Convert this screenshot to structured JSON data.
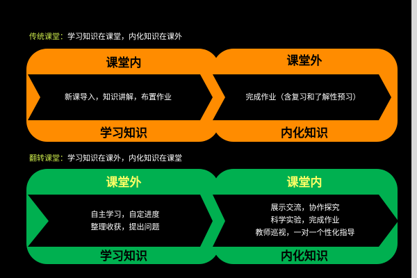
{
  "traditional": {
    "label": "传统课堂：",
    "desc": "学习知识在课堂，内化知识在课外",
    "label_color": "#c8e64a",
    "fill_color": "#ff8c00",
    "title_color": "#000000",
    "left": {
      "top_title": "课堂内",
      "arrow_text": "新课导入，知识讲解，布置作业",
      "bottom_title": "学习知识"
    },
    "right": {
      "top_title": "课堂外",
      "arrow_text": "完成作业（含复习和了解性预习）",
      "bottom_title": "内化知识"
    }
  },
  "flipped": {
    "label": "翻转课堂：",
    "desc": "学习知识在课外，内化知识在课堂",
    "label_color": "#c8e64a",
    "fill_color": "#00b050",
    "title_color": "#ffff66",
    "bottom_color": "#000000",
    "left": {
      "top_title": "课堂外",
      "arrow_lines": [
        "自主学习，自定进度",
        "整理收获，提出问题"
      ],
      "bottom_title": "学习知识"
    },
    "right": {
      "top_title": "课堂内",
      "arrow_lines": [
        "展示交流，协作探究",
        "科学实验，完成作业",
        "教师巡视，一对一个性化指导"
      ],
      "bottom_title": "内化知识"
    }
  }
}
